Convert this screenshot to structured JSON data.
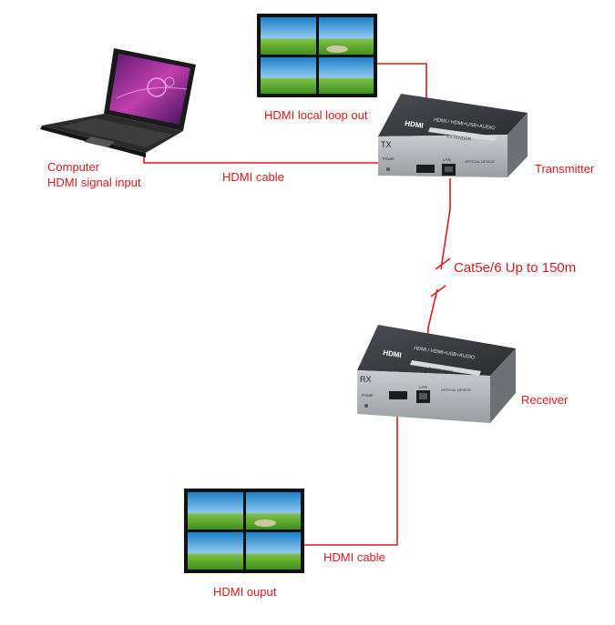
{
  "labels": {
    "computer_line1": "Computer",
    "computer_line2": "HDMI signal input",
    "hdmi_cable_top": "HDMI cable",
    "hdmi_local_loop_out": "HDMI local loop out",
    "transmitter": "Transmitter",
    "cat_cable": "Cat5e/6 Up to 150m",
    "receiver": "Receiver",
    "hdmi_cable_bottom": "HDMI cable",
    "hdmi_output": "HDMI ouput"
  },
  "device_text": {
    "tx_badge": "TX",
    "rx_badge": "RX",
    "top_label": "HDMI / HDMI+USB+AUDIO",
    "brand_bar": "EXTENDER",
    "power": "Power",
    "lan": "LAN",
    "optical": "OPTICAL DEVICE"
  },
  "colors": {
    "cable": "#e0191b",
    "label_text": "#d61a1a",
    "device_body": "#3a3d42",
    "device_front": "#b9bcc0"
  }
}
